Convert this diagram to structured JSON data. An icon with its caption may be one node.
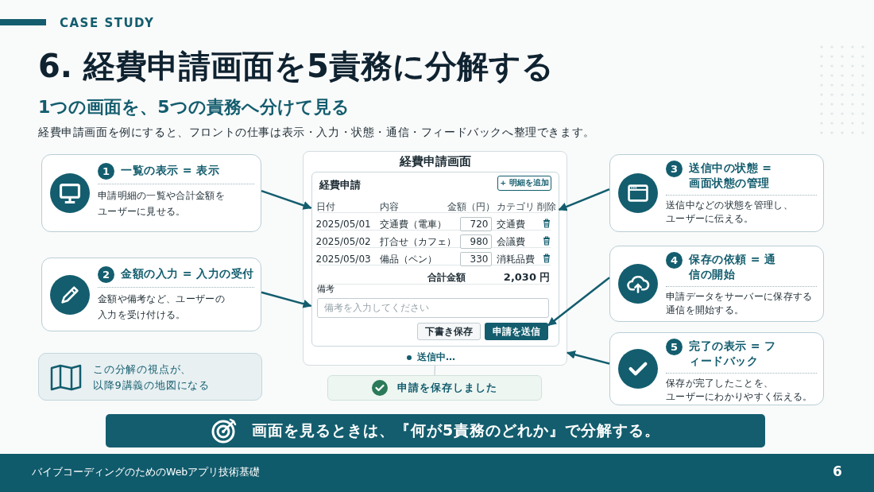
{
  "diagram": {
    "title": "6. 経費申請画面を5責務に分解する",
    "nodes": [
      {
        "text": [
          "1",
          "一覧の表示 = 表示",
          "申請明細の一覧や合計金額をユーザーに見せる。"
        ]
      },
      {
        "text": [
          "2",
          "金額の入力 = 入力の受付",
          "金額や備考など、ユーザーの入力を受け付ける。"
        ]
      },
      {
        "text": [
          "この分解の視点が、以降9講義の地図になる"
        ]
      },
      {
        "text": [
          "経費申請画面"
        ]
      },
      {
        "text": [
          "経費申請"
        ],
        "in": 3
      },
      {
        "text": [
          "+ 明細を追加"
        ],
        "in": 4
      },
      {
        "text": [
          "備考を入力してください"
        ],
        "in": 4,
        "beside": [
          "備考"
        ]
      },
      {
        "text": [
          "下書き保存"
        ],
        "in": 4
      },
      {
        "text": [
          "申請を送信"
        ],
        "in": 4
      },
      {
        "text": [
          "申請を保存しました"
        ]
      },
      {
        "text": [
          "3",
          "送信中の状態 = 画面状態の管理",
          "送信中などの状態を管理し、ユーザーに伝える。"
        ]
      },
      {
        "text": [
          "4",
          "保存の依頼 = 通信の開始",
          "申請データをサーバーに保存する通信を開始する。"
        ]
      },
      {
        "text": [
          "5",
          "完了の表示 = フィードバック",
          "保存が完了したことを、ユーザーにわかりやすく伝える。"
        ]
      },
      {
        "text": [
          "画面を見るときは、『何が5責務のどれか』で分解する。"
        ]
      }
    ],
    "edges": [
      {
        "from": 0,
        "to": 4,
        "arrow": "to"
      },
      {
        "from": 1,
        "to": 4,
        "arrow": "to"
      },
      {
        "from": 10,
        "to": 4,
        "arrow": "to"
      },
      {
        "from": 11,
        "to": 8,
        "arrow": "to"
      },
      {
        "from": 12,
        "to": 3,
        "arrow": "to"
      },
      {
        "from": 3,
        "to": 9,
        "arrow": "none",
        "color": "#c5d0d4"
      }
    ],
    "labels": [
      "CASE STUDY",
      "1つの画面を、5つの責務へ分けて見る",
      "経費申請画面を例にすると、フロントの仕事は表示・入力・状態・通信・フィードバックへ整理できます。",
      "日付",
      "内容",
      "金額（円）",
      "カテゴリ",
      "削除",
      "2025/05/01",
      "交通費（電車）",
      "720",
      "交通費",
      "2025/05/02",
      "打合せ（カフェ）",
      "980",
      "会議費",
      "2025/05/03",
      "備品（ペン）",
      "330",
      "消耗品費",
      "合計金額",
      "2,030 円",
      "送信中…",
      "バイブコーディングのためのWebアプリ技術基礎",
      "6"
    ]
  }
}
